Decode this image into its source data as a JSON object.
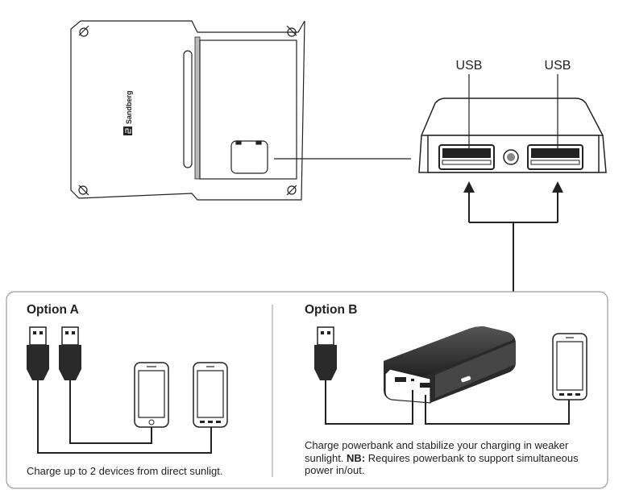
{
  "brand": {
    "name": "Sandberg"
  },
  "ports": {
    "left_label": "USB",
    "right_label": "USB"
  },
  "option_a": {
    "title": "Option A",
    "caption": "Charge up to 2 devices from direct sunligt."
  },
  "option_b": {
    "title": "Option B",
    "caption_line1": "Charge powerbank and stabilize your charging in weaker",
    "caption_line2_pre": "sunlight. ",
    "caption_line2_bold": "NB:",
    "caption_line2_post": " Requires powerbank to support simultaneous",
    "caption_line3": "power in/out."
  },
  "colors": {
    "stroke": "#222222",
    "fill_dark": "#2a2a2a",
    "panel_border": "#9a9a9a"
  }
}
